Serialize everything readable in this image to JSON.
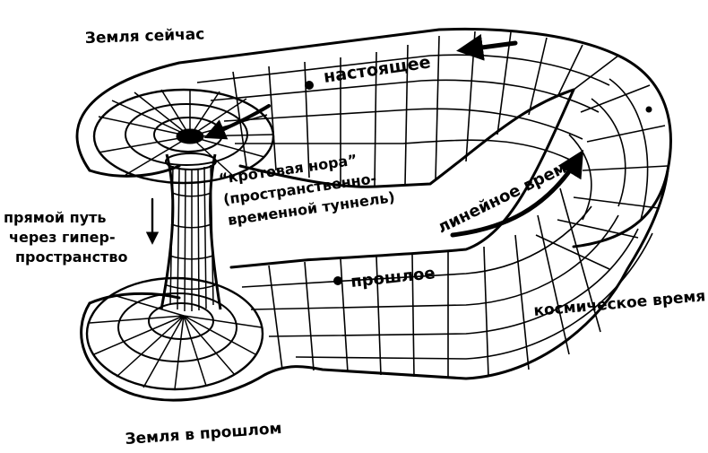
{
  "labels": {
    "earth_now": "Земля сейчас",
    "present": "настоящее",
    "wormhole_line1": "“кротовая нора”",
    "wormhole_line2": "(пространственно-",
    "wormhole_line3": "временной туннель)",
    "direct_path_line1": "прямой путь",
    "direct_path_line2": "через гипер-",
    "direct_path_line3": "пространство",
    "linear_time": "линейное время",
    "past": "прошлое",
    "cosmic_time": "космическое время",
    "earth_past": "Земля в прошлом"
  },
  "colors": {
    "ink": "#000000",
    "paper": "#ffffff"
  }
}
